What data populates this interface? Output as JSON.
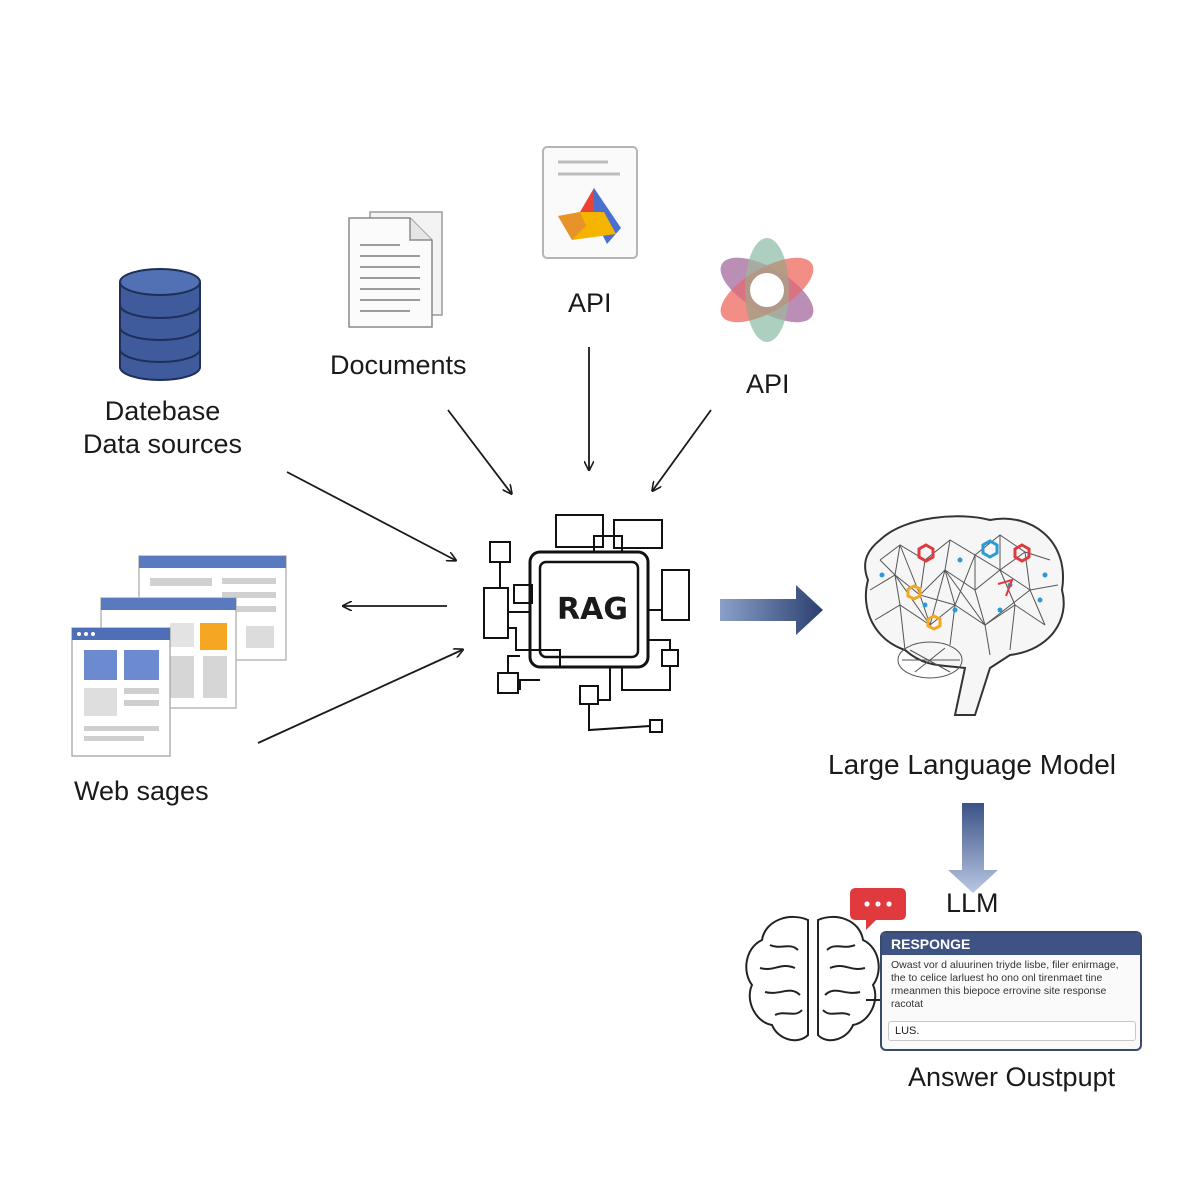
{
  "labels": {
    "database": "Datebase",
    "data_sources": "Data sources",
    "documents": "Documents",
    "api_top": "API",
    "api_right": "API",
    "web_pages": "Web sages",
    "rag": "RAG",
    "llm_full": "Large Language Model",
    "llm_short": "LLM",
    "answer_output": "Answer Oustpupt"
  },
  "response_panel": {
    "header": "RESPONGE",
    "body": "Owast vor d aluurinen triyde lisbe, filer enirmage, the to celice larluest ho ono onl tirenmaet tine rmeanmen this biepoce errovine site response racotat",
    "input_value": "LUS."
  },
  "colors": {
    "db_blue": "#3f5b9c",
    "arrow_navy": "#34477a",
    "web_blue": "#5b7ec4",
    "web_orange": "#f5a623",
    "bubble_red": "#e0393e"
  }
}
